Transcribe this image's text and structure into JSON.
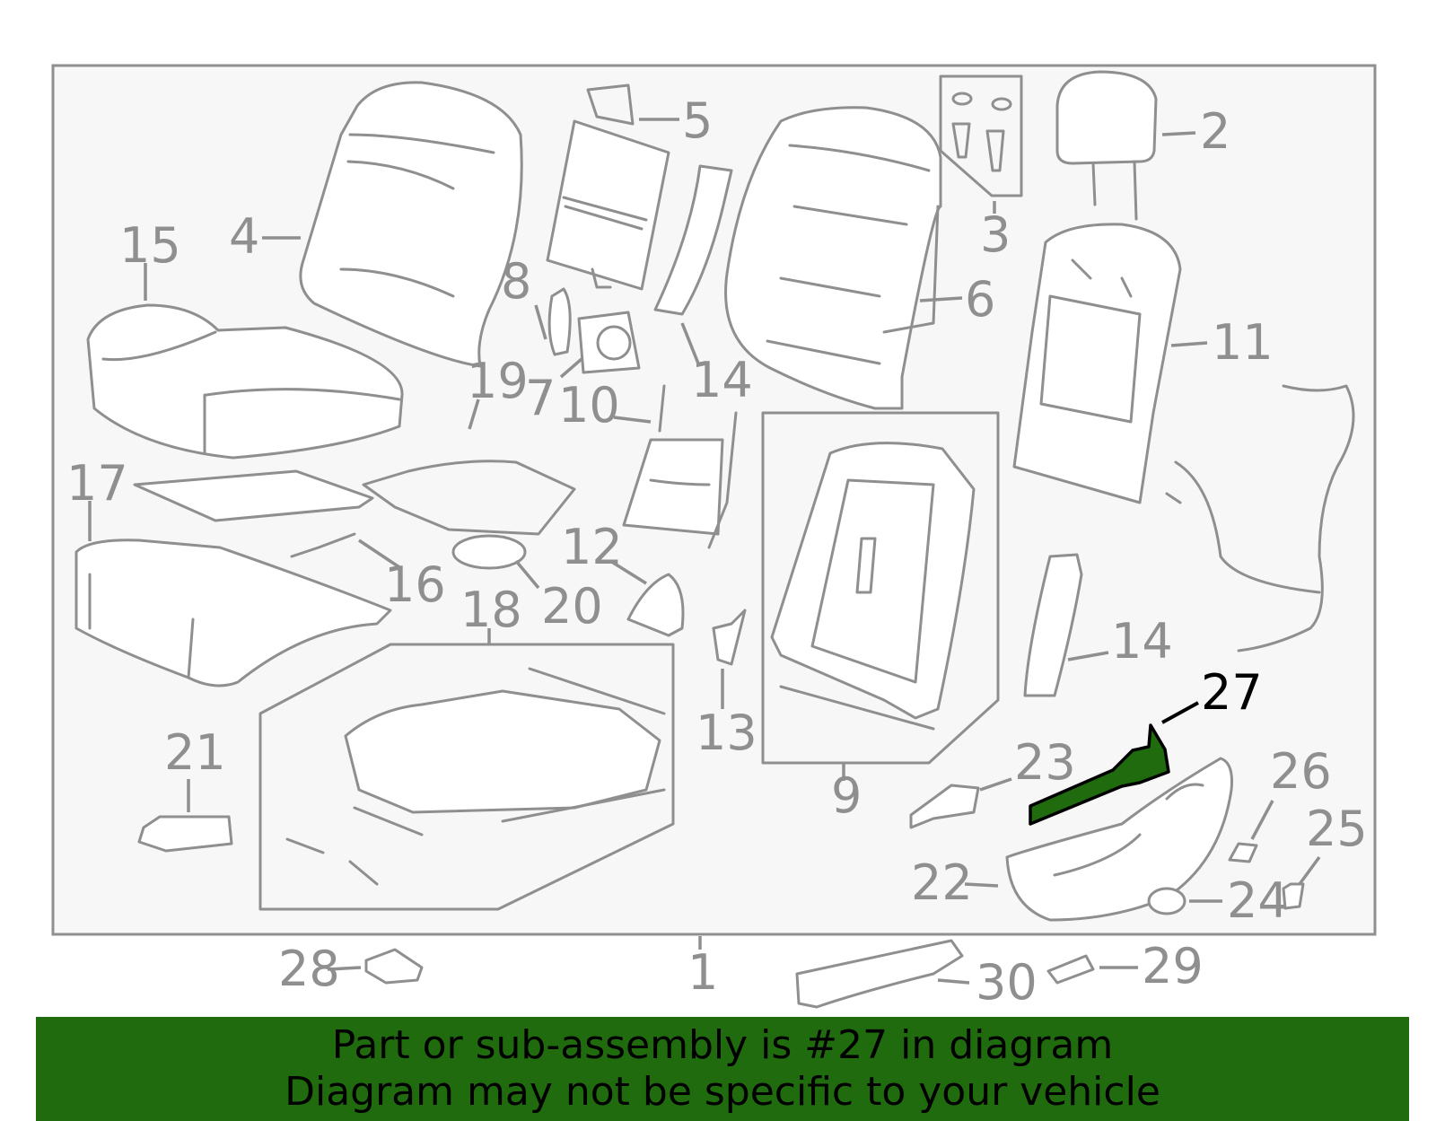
{
  "highlight_color": "#1f6b0e",
  "outline_color": "#8f8f8f",
  "diagram": {
    "highlighted_callout": "27",
    "callouts": {
      "c1": "1",
      "c2": "2",
      "c3": "3",
      "c4": "4",
      "c5": "5",
      "c6": "6",
      "c7": "7",
      "c8": "8",
      "c9": "9",
      "c10": "10",
      "c11": "11",
      "c12": "12",
      "c13": "13",
      "c14a": "14",
      "c14b": "14",
      "c15": "15",
      "c16": "16",
      "c17": "17",
      "c18": "18",
      "c19": "19",
      "c20": "20",
      "c21": "21",
      "c22": "22",
      "c23": "23",
      "c24": "24",
      "c25": "25",
      "c26": "26",
      "c27": "27",
      "c28": "28",
      "c29": "29",
      "c30": "30"
    }
  },
  "banner": {
    "line1": "Part or sub-assembly is #27 in diagram",
    "line2": "Diagram may not be specific to your vehicle"
  }
}
